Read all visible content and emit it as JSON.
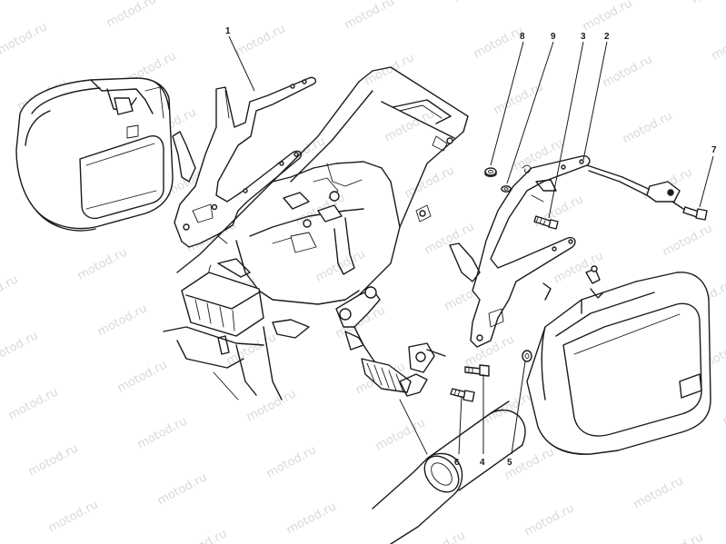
{
  "watermark": {
    "text": "motod.ru"
  },
  "callouts": [
    {
      "id": "callout-1",
      "label": "1"
    },
    {
      "id": "callout-2",
      "label": "2"
    },
    {
      "id": "callout-3",
      "label": "3"
    },
    {
      "id": "callout-4",
      "label": "4"
    },
    {
      "id": "callout-5",
      "label": "5"
    },
    {
      "id": "callout-6",
      "label": "6"
    },
    {
      "id": "callout-7",
      "label": "7"
    },
    {
      "id": "callout-8",
      "label": "8"
    },
    {
      "id": "callout-9",
      "label": "9"
    }
  ],
  "colors": {
    "ink": "#1a1a1a",
    "watermark": "#d9d9d9",
    "background": "#ffffff"
  }
}
